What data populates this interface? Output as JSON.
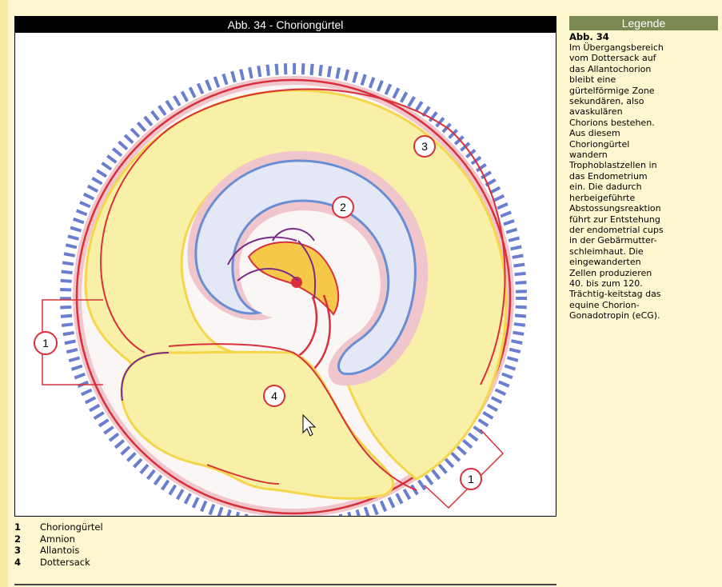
{
  "figure": {
    "title": "Abb. 34 - Choriongürtel",
    "callouts": [
      "1",
      "2",
      "3",
      "4",
      "1"
    ]
  },
  "legend": {
    "header": "Legende",
    "label": "Abb. 34",
    "text": "Im Übergangsbereich\nvom Dottersack auf\ndas Allantochorion\nbleibt eine\ngürtelförmige Zone\nsekundären, also\navaskulären\nChorions bestehen.\nAus diesem\nChoriongürtel\nwandern\nTrophoblastzellen in\ndas Endometrium\nein. Die dadurch\nherbeigeführte\nAbstossungsreaktion\nführt zur Entstehung\nder endometrial cups\nin der Gebärmutter-\nschleimhaut. Die\neingewanderten\nZellen produzieren\n40. bis zum 120.\nTrächtig-keitstag das\nequine Chorion-\nGonadotropin (eCG)."
  },
  "key": [
    {
      "num": "1",
      "label": "Choriongürtel"
    },
    {
      "num": "2",
      "label": "Amnion"
    },
    {
      "num": "3",
      "label": "Allantois"
    },
    {
      "num": "4",
      "label": "Dottersack"
    }
  ],
  "colors": {
    "allantois": "#f8f0a6",
    "amnion": "#e4e8f6",
    "dottersack": "#f8f0a6",
    "rim": "#f0c6cc",
    "vessel": "#d8303a",
    "membrane_blue": "#6a8ed4",
    "villi": "#6a7ed0",
    "callout": "#d8303a"
  }
}
